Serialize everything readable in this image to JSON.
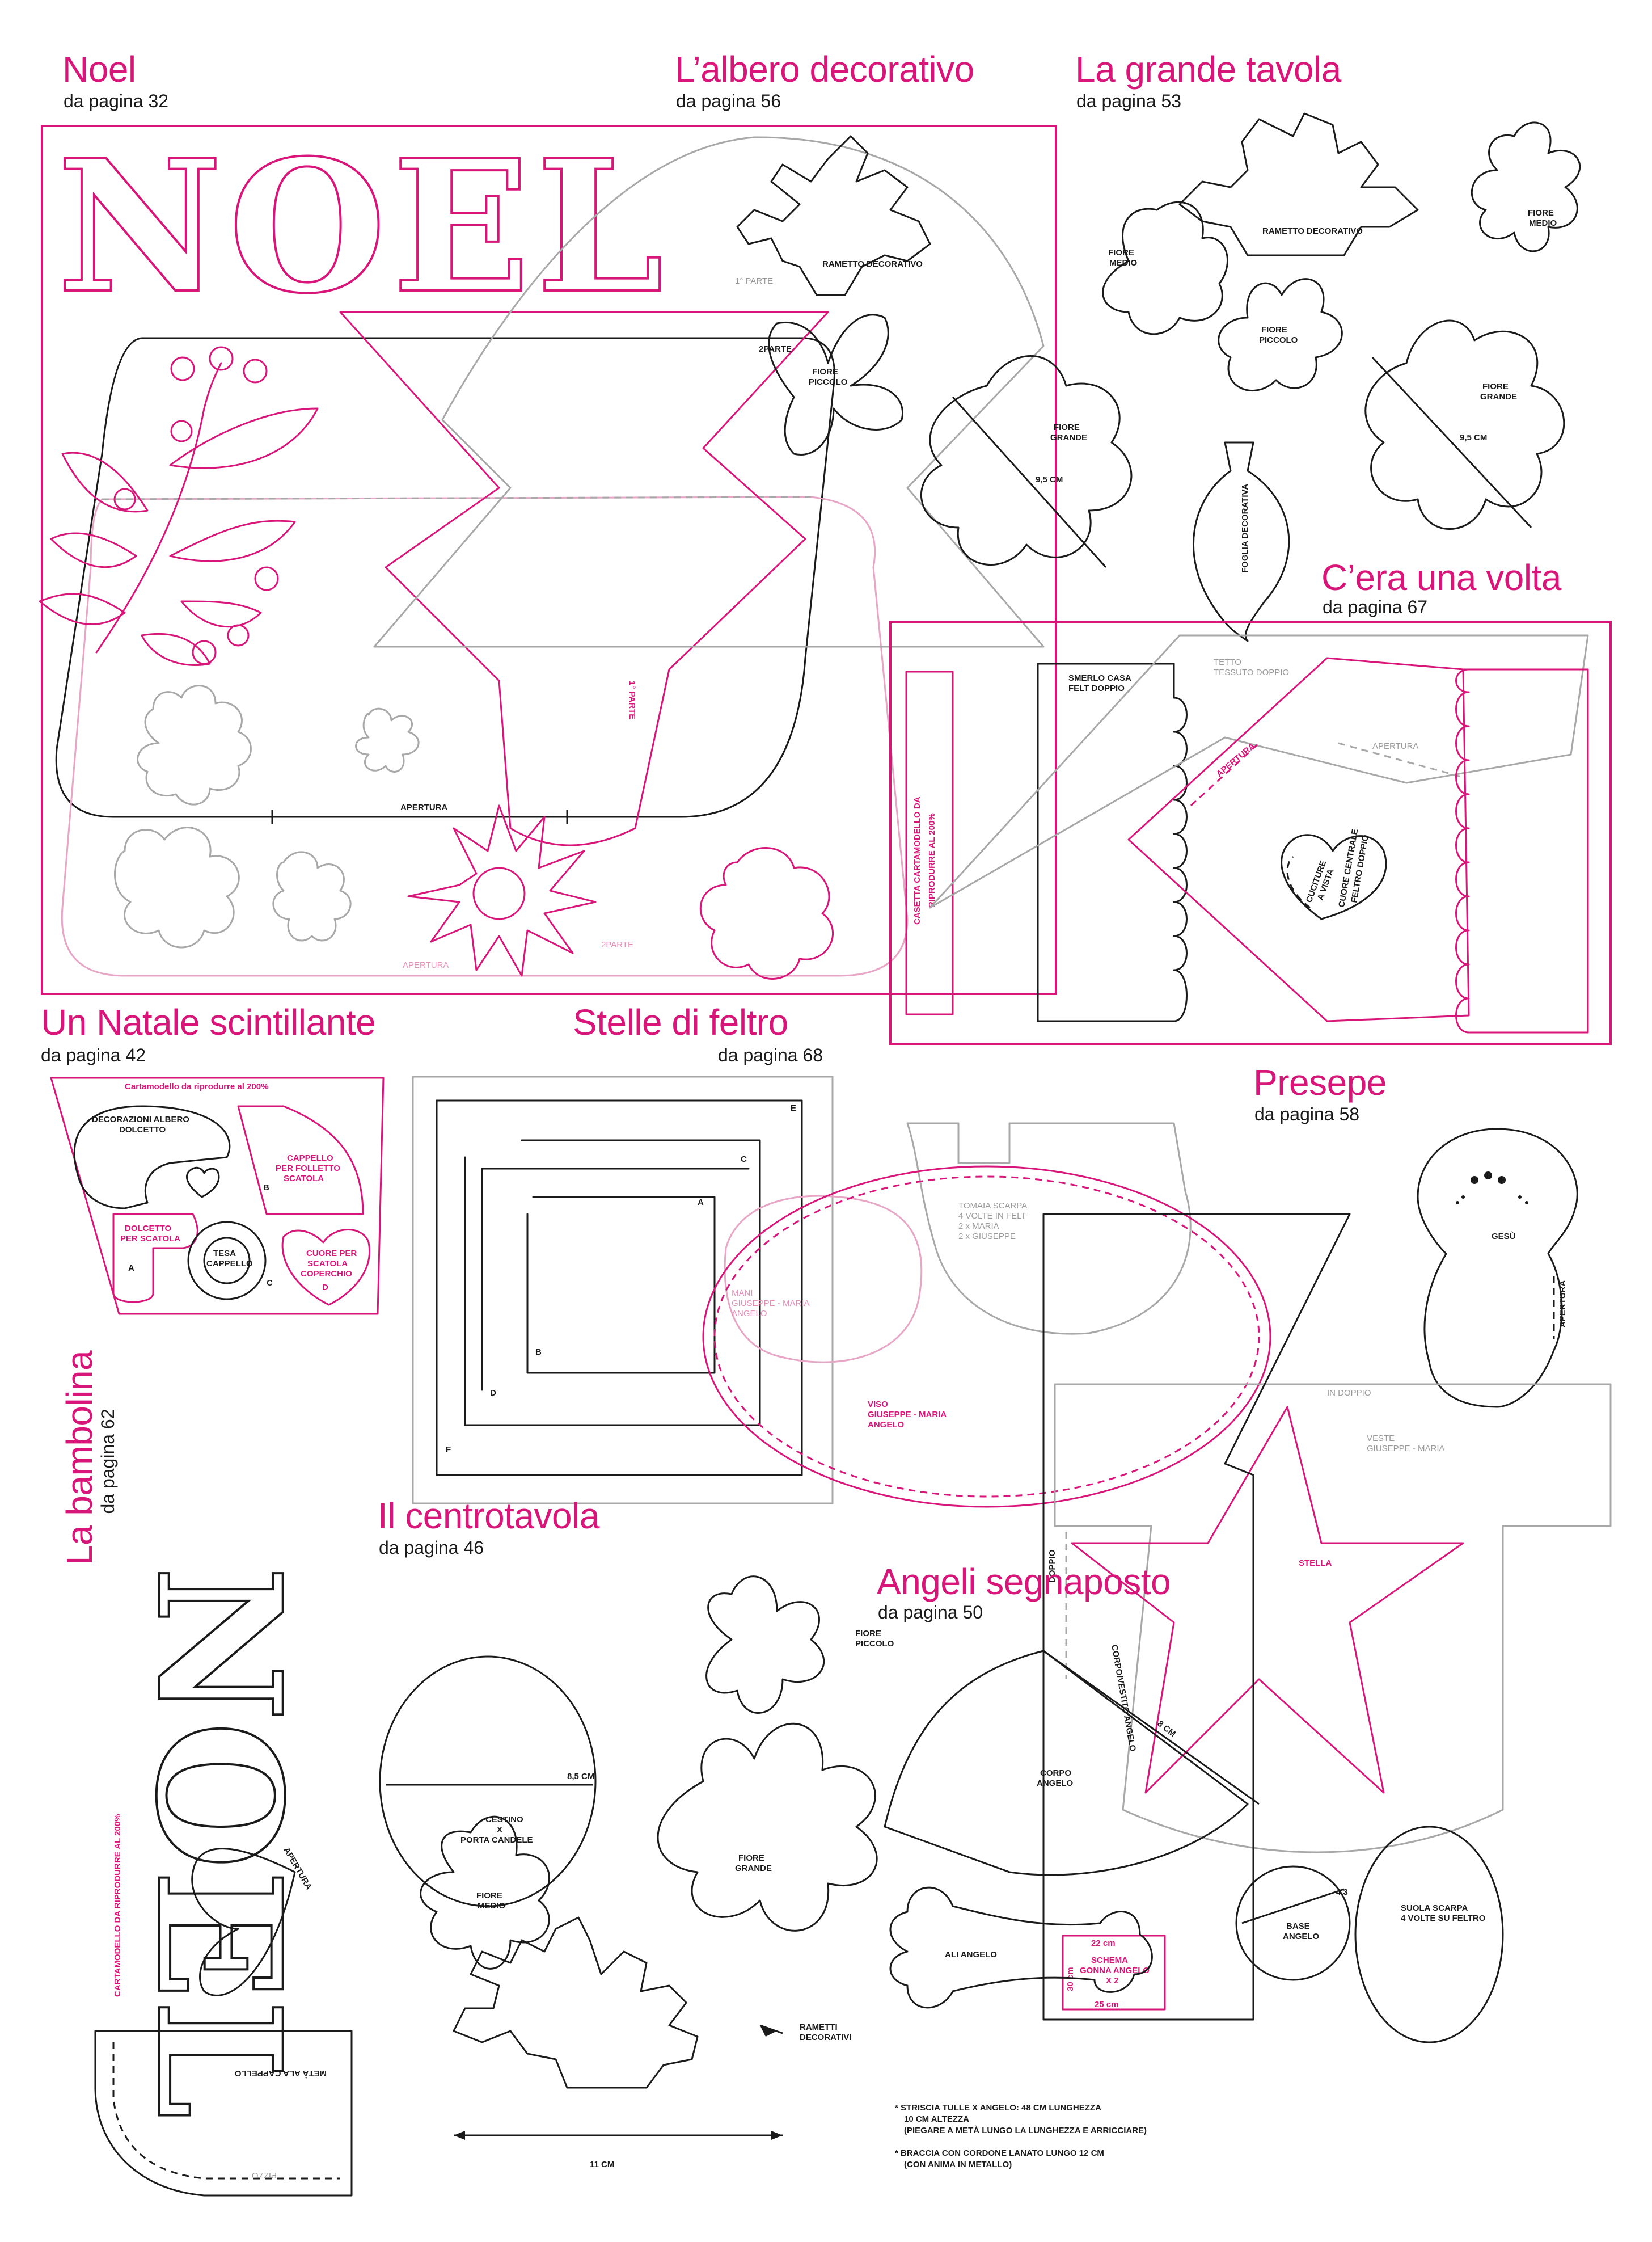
{
  "colors": {
    "accent": "#d8167a",
    "ink": "#1a1a1a",
    "grey": "#a8a8a8",
    "pink_light": "#e7a6c5"
  },
  "sections": {
    "noel": {
      "title": "Noel",
      "page": "da pagina 32",
      "big_word": "NOEL"
    },
    "albero": {
      "title": "L’albero decorativo",
      "page": "da pagina 56"
    },
    "tavola": {
      "title": "La grande tavola",
      "page": "da pagina 53"
    },
    "cera": {
      "title": "C’era una volta",
      "page": "da pagina 67"
    },
    "natale": {
      "title": "Un Natale scintillante",
      "page": "da pagina 42"
    },
    "stelle": {
      "title": "Stelle di feltro",
      "page": "da pagina 68"
    },
    "presepe": {
      "title": "Presepe",
      "page": "da pagina 58"
    },
    "bambolina": {
      "title": "La bambolina",
      "page": "da pagina 62"
    },
    "centrotavola": {
      "title": "Il centrotavola",
      "page": "da pagina 46"
    },
    "angeli": {
      "title": "Angeli segnaposto",
      "page": "da pagina 50"
    }
  },
  "labels": {
    "prima_parte": "1° PARTE",
    "seconda_parte": "2PARTE",
    "apertura": "APERTURA",
    "apertura_lower": "APERTURA",
    "rametto": "RAMETTO DECORATIVO",
    "fiore_piccolo_1": "FIORE",
    "fiore_piccolo_2": "PICCOLO",
    "fiore_grande_1": "FIORE",
    "fiore_grande_2": "GRANDE",
    "fiore_medio_1": "FIORE",
    "fiore_medio_2": "MEDIO",
    "misura_95": "9,5 CM",
    "foglia": "FOGLIA DECORATIVA",
    "casetta_1": "CASETTA CARTAMODELLO DA",
    "casetta_2": "RIPRODURRE AL 200%",
    "smerlo_1": "SMERLO CASA",
    "smerlo_2": "FELT DOPPIO",
    "tetto_1": "TETTO",
    "tetto_2": "TESSUTO DOPPIO",
    "cuore_1": "CUORE CENTRALE",
    "cuore_2": "FELTRO DOPPIO",
    "cucitura_1": "CUCITURE",
    "cucitura_2": "A VISTA",
    "cartamodello_200": "Cartamodello da riprodurre al 200%",
    "decorazioni_1": "DECORAZIONI ALBERO",
    "decorazioni_2": "DOLCETTO",
    "cappello_1": "CAPPELLO",
    "cappello_2": "PER FOLLETTO",
    "cappello_3": "SCATOLA",
    "dolcetto_1": "DOLCETTO",
    "dolcetto_2": "PER SCATOLA",
    "tesa_1": "TESA",
    "tesa_2": "CAPPELLO",
    "cuore_scatola_1": "CUORE PER",
    "cuore_scatola_2": "SCATOLA",
    "cuore_scatola_3": "COPERCHIO",
    "letter_a": "A",
    "letter_b": "B",
    "letter_c": "C",
    "letter_d": "D",
    "letter_e": "E",
    "letter_f": "F",
    "tomaia_1": "TOMAIA SCARPA",
    "tomaia_2": "4 VOLTE IN FELT",
    "tomaia_3": "2 x MARIA",
    "tomaia_4": "2 x GIUSEPPE",
    "mani_1": "MANI",
    "mani_2": "GIUSEPPE - MARIA",
    "mani_3": "ANGELO",
    "viso_1": "VISO",
    "viso_2": "GIUSEPPE - MARIA",
    "viso_3": "ANGELO",
    "gesu": "GESÙ",
    "in_doppio": "IN DOPPIO",
    "veste_1": "VESTE",
    "veste_2": "GIUSEPPE - MARIA",
    "stella": "STELLA",
    "doppio": "DOPPIO",
    "corpo_vestito": "CORPO/VESTITO ANGELO",
    "misura_8": "8 CM",
    "corpo_1": "CORPO",
    "corpo_2": "ANGELO",
    "base_1": "BASE",
    "base_2": "ANGELO",
    "misura_43": "4,3",
    "suola_1": "SUOLA SCARPA",
    "suola_2": "4 VOLTE SU FELTRO",
    "schema_1": "SCHEMA",
    "schema_2": "GONNA ANGELO",
    "schema_3": "X 2",
    "misura_22": "22 cm",
    "misura_25": "25 cm",
    "misura_30": "30 cm",
    "ali": "ALI ANGELO",
    "nota_1": "* STRISCIA TULLE X ANGELO: 48 CM LUNGHEZZA",
    "nota_2": "10 CM ALTEZZA",
    "nota_3": "(PIEGARE A METÀ LUNGO LA LUNGHEZZA E ARRICCIARE)",
    "nota_4": "* BRACCIA CON CORDONE LANATO LUNGO 12 CM",
    "nota_5": "(CON ANIMA IN METALLO)",
    "misura_85": "8,5 CM",
    "cestino_1": "CESTINO",
    "cestino_2": "X",
    "cestino_3": "PORTA CANDELE",
    "rametti_1": "RAMETTI",
    "rametti_2": "DECORATIVI",
    "misura_11": "11 CM",
    "cartamodello_bambolina": "CARTAMODELLO DA RIPRODURRE AL 200%",
    "meta_ala": "METÀ ALA CAPPELLO",
    "pizzo": "PIZZO"
  }
}
